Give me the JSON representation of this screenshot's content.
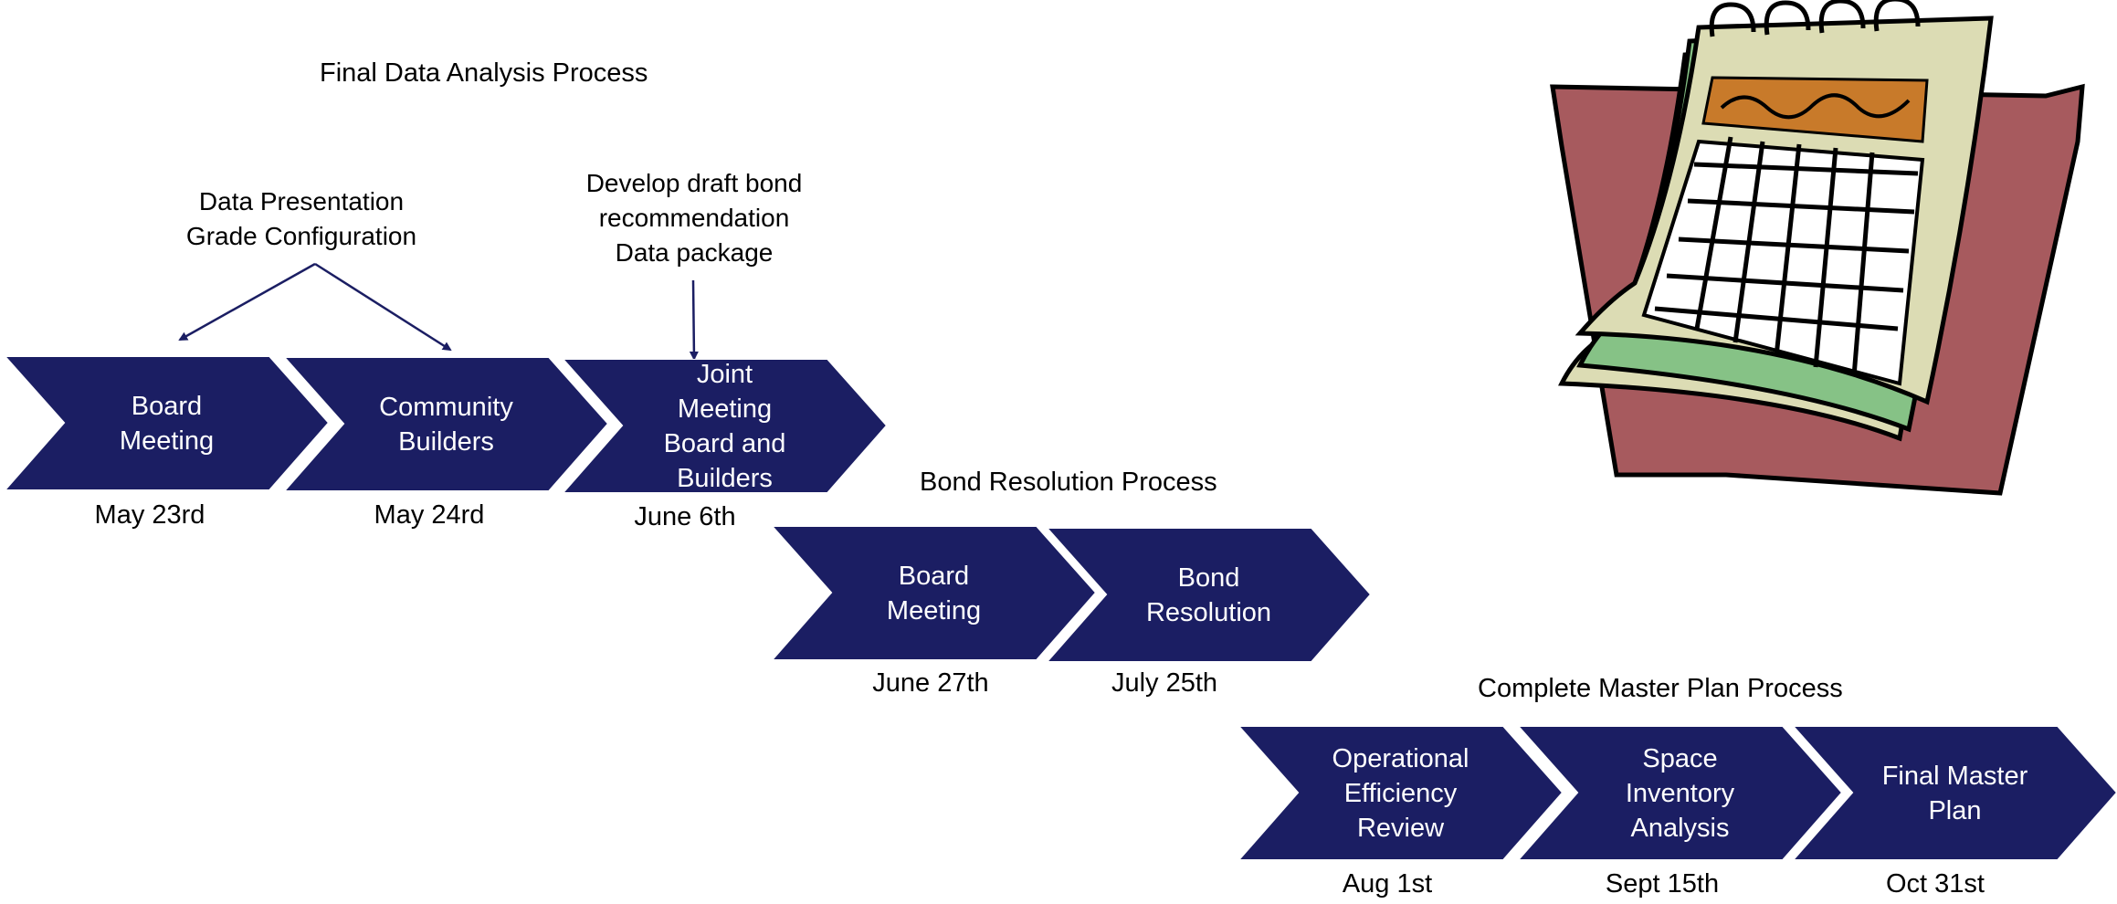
{
  "colors": {
    "chevron_fill": "#1b1e63",
    "chevron_edge": "#ffffff",
    "arrow": "#1b1e63"
  },
  "sections": {
    "final_data": {
      "title": "Final Data Analysis Process",
      "annotation_left": "Data Presentation\nGrade Configuration",
      "annotation_right": "Develop draft bond\nrecommendation\nData package",
      "steps": [
        {
          "label": "Board\nMeeting",
          "date": "May 23rd"
        },
        {
          "label": "Community\nBuilders",
          "date": "May 24rd"
        },
        {
          "label": "Joint\nMeeting\nBoard and\nBuilders",
          "date": "June 6th"
        }
      ]
    },
    "bond": {
      "title": "Bond Resolution Process",
      "steps": [
        {
          "label": "Board\nMeeting",
          "date": "June 27th"
        },
        {
          "label": "Bond\nResolution",
          "date": "July 25th"
        }
      ]
    },
    "master_plan": {
      "title": "Complete Master Plan  Process",
      "steps": [
        {
          "label": "Operational\nEfficiency\nReview",
          "date": "Aug 1st"
        },
        {
          "label": "Space\nInventory\nAnalysis",
          "date": "Sept 15th"
        },
        {
          "label": "Final Master\nPlan",
          "date": "Oct 31st"
        }
      ]
    }
  },
  "calendar_icon": "calendar-icon"
}
